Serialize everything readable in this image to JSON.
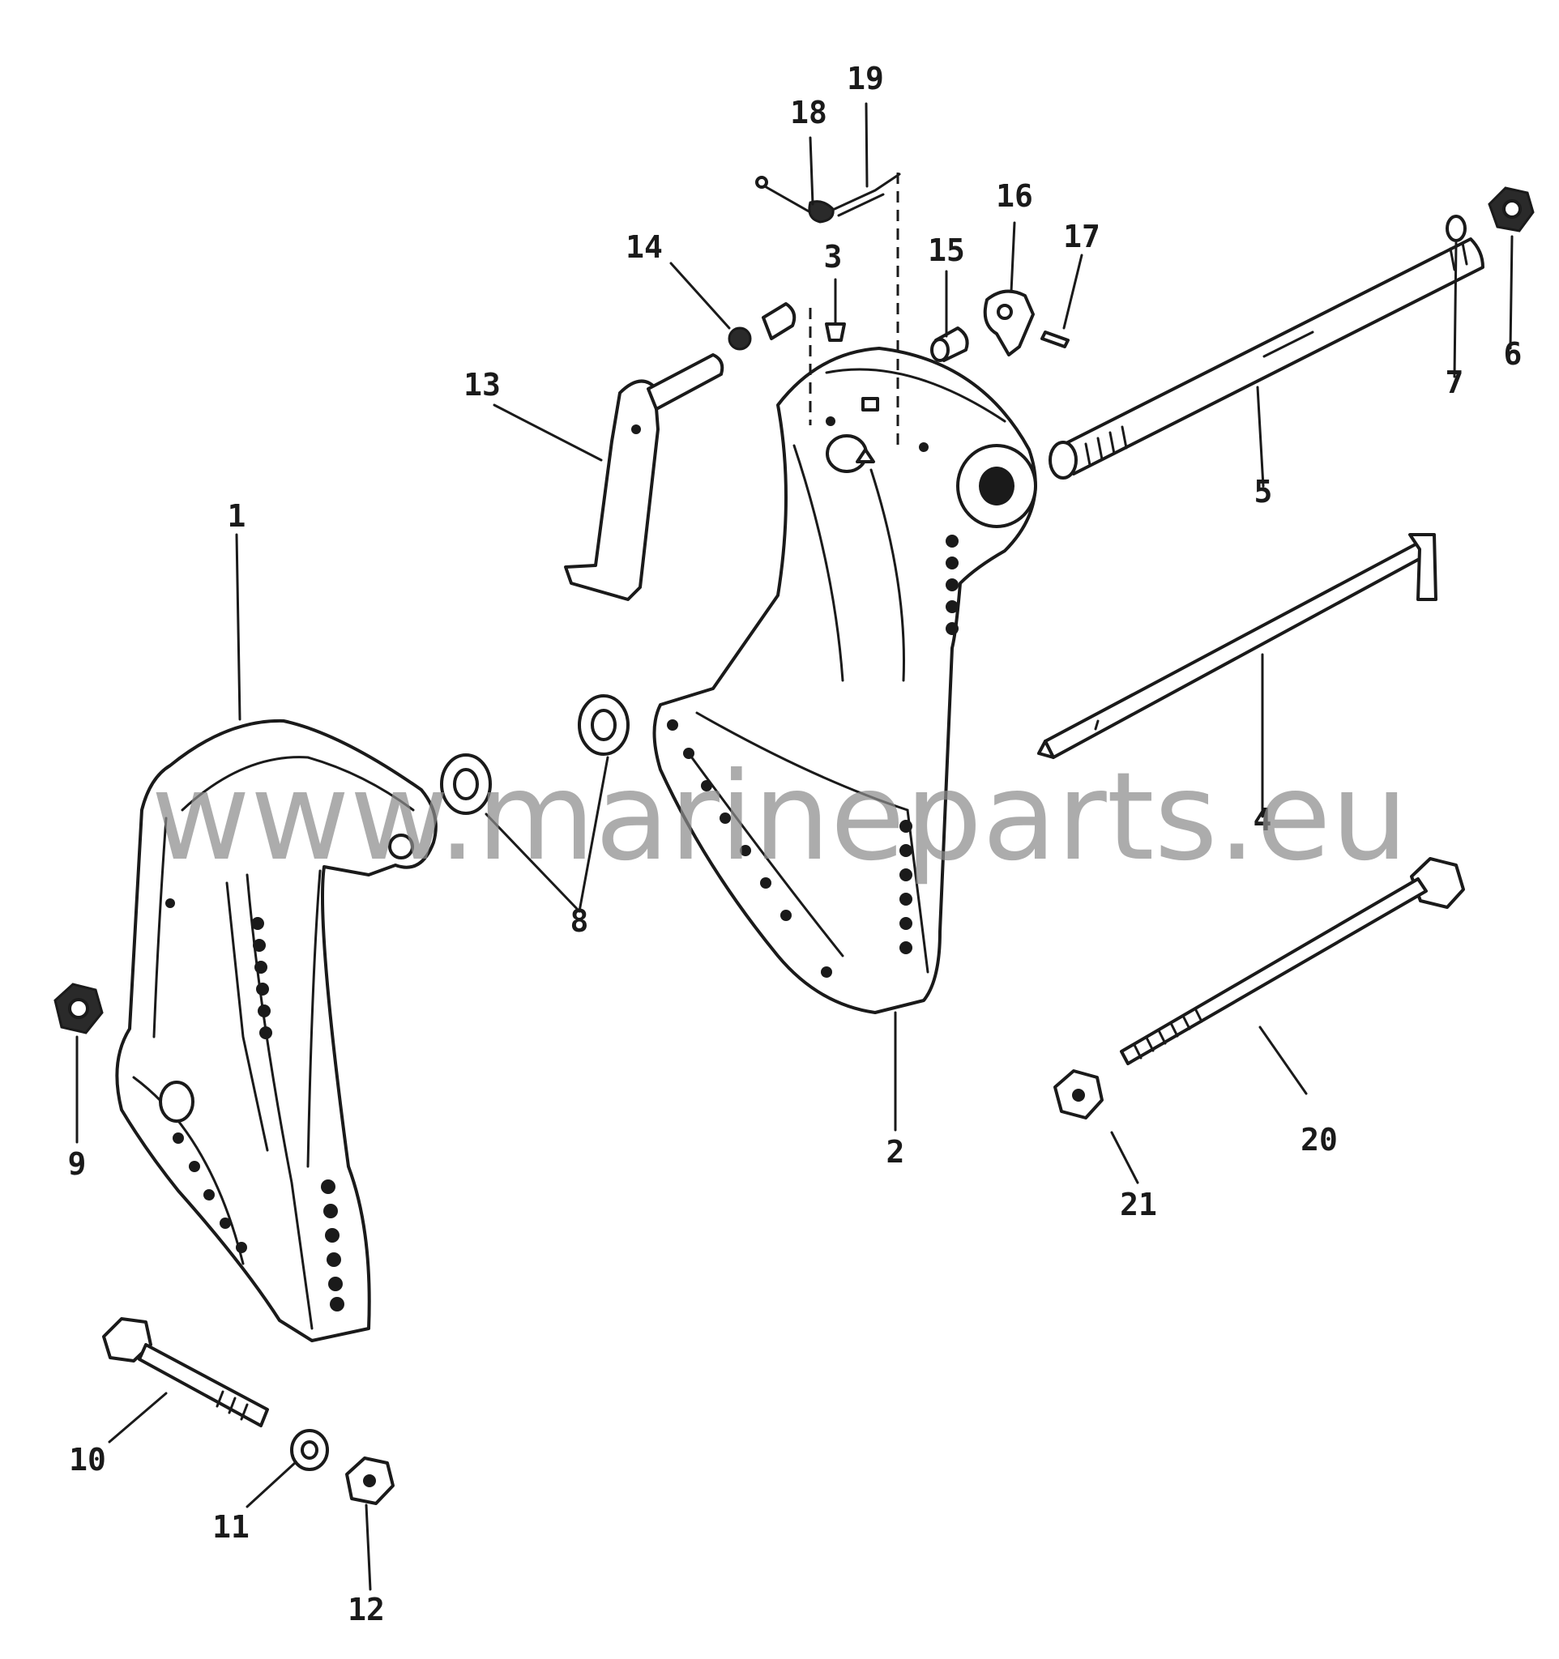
{
  "watermark": "www.marineparts.eu",
  "callouts": {
    "c1": "1",
    "c2": "2",
    "c3": "3",
    "c4": "4",
    "c5": "5",
    "c6": "6",
    "c7": "7",
    "c8": "8",
    "c9": "9",
    "c10": "10",
    "c11": "11",
    "c12": "12",
    "c13": "13",
    "c14": "14",
    "c15": "15",
    "c16": "16",
    "c17": "17",
    "c18": "18",
    "c19": "19",
    "c20": "20",
    "c21": "21"
  }
}
